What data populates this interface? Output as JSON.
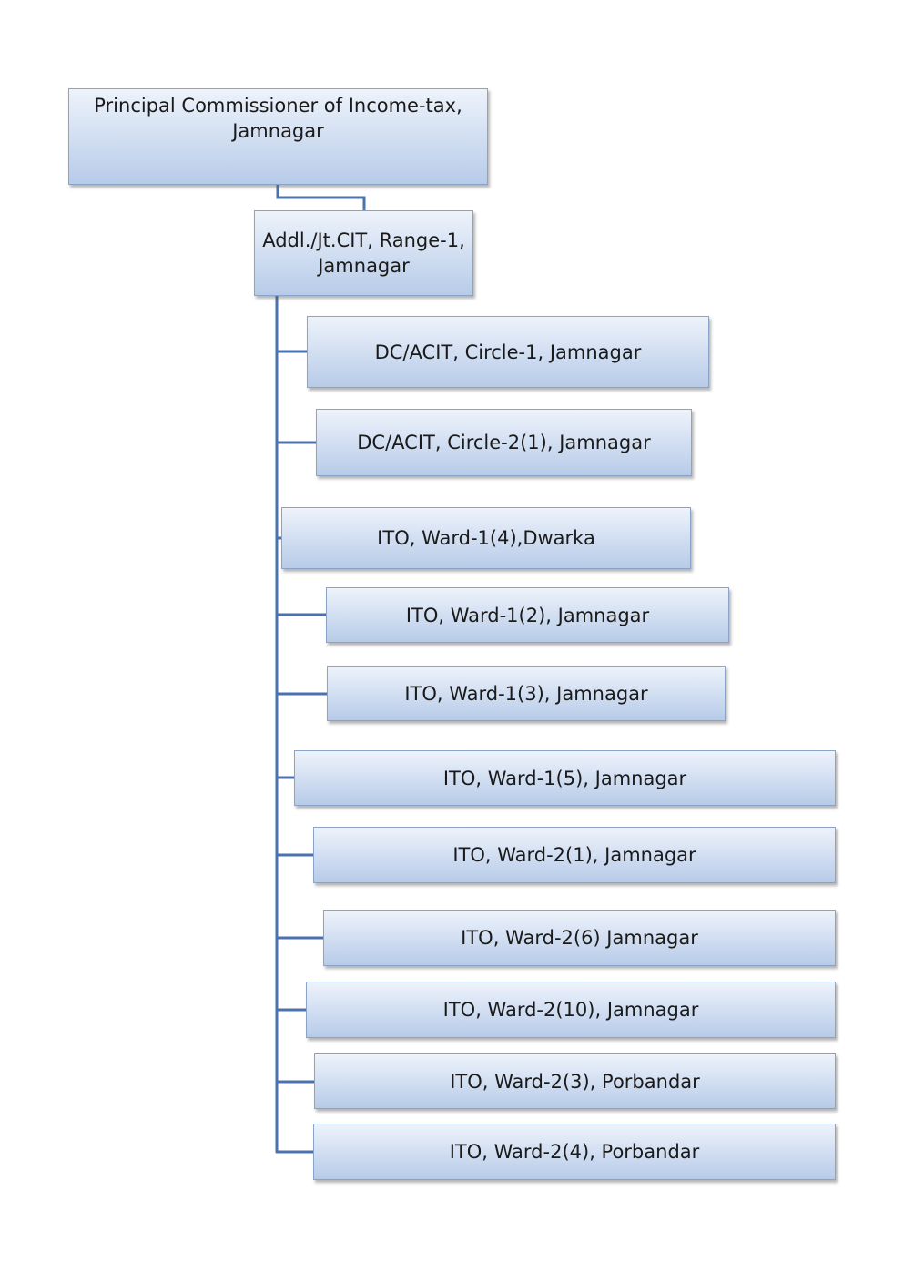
{
  "diagram": {
    "root": {
      "label_line1": "Principal Commissioner of Income-tax,",
      "label_line2": "Jamnagar"
    },
    "range": {
      "label_line1": "Addl./Jt.CIT, Range-1,",
      "label_line2": "Jamnagar"
    },
    "offices": [
      {
        "label": "DC/ACIT, Circle-1, Jamnagar"
      },
      {
        "label": "DC/ACIT, Circle-2(1), Jamnagar"
      },
      {
        "label": "ITO, Ward-1(4),Dwarka"
      },
      {
        "label": "ITO, Ward-1(2), Jamnagar"
      },
      {
        "label": "ITO, Ward-1(3), Jamnagar"
      },
      {
        "label": "ITO, Ward-1(5), Jamnagar"
      },
      {
        "label": "ITO, Ward-2(1), Jamnagar"
      },
      {
        "label": "ITO, Ward-2(6) Jamnagar"
      },
      {
        "label": "ITO, Ward-2(10), Jamnagar"
      },
      {
        "label": "ITO, Ward-2(3), Porbandar"
      },
      {
        "label": "ITO, Ward-2(4), Porbandar"
      }
    ],
    "colors": {
      "connector": "#4a72b0",
      "box_border": "#8aa3c9",
      "box_fill_top": "#eef3fb",
      "box_fill_bottom": "#b7cbe8"
    }
  }
}
